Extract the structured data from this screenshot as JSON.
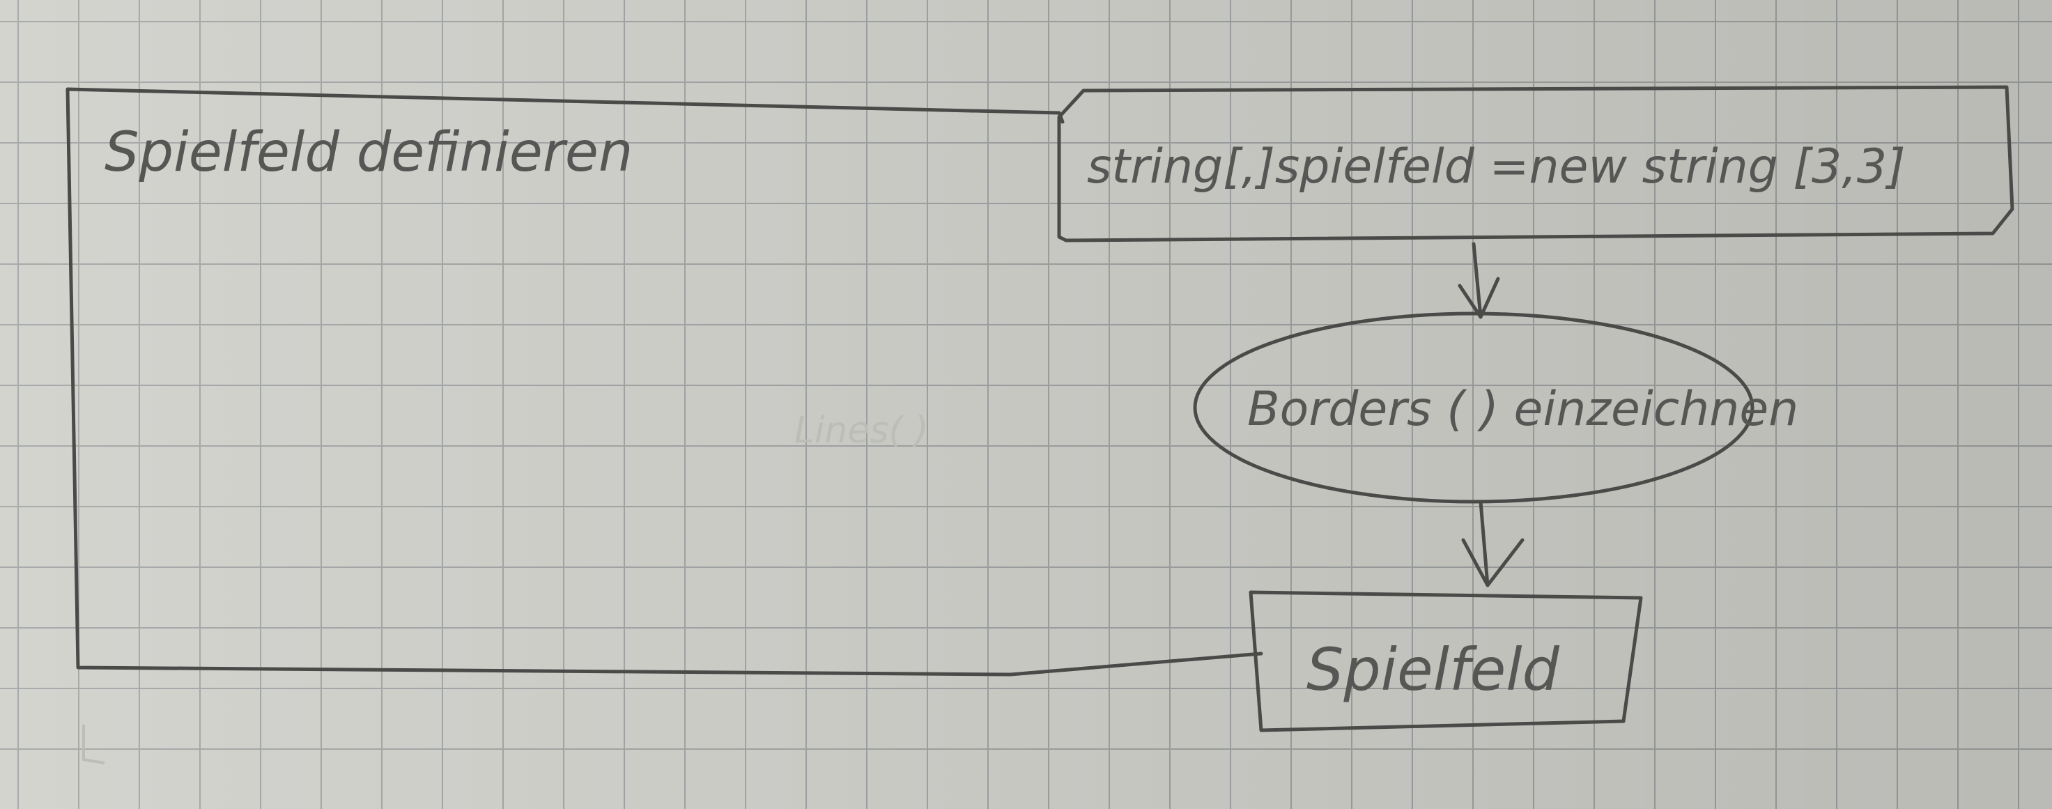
{
  "diagram": {
    "frame_label": "Spielfeld definieren",
    "code_box": "string[,]spielfeld =new string [3,3]",
    "oval_step": "Borders ( ) einzeichnen",
    "output_box": "Spielfeld",
    "erased_text": "Lines( )"
  }
}
